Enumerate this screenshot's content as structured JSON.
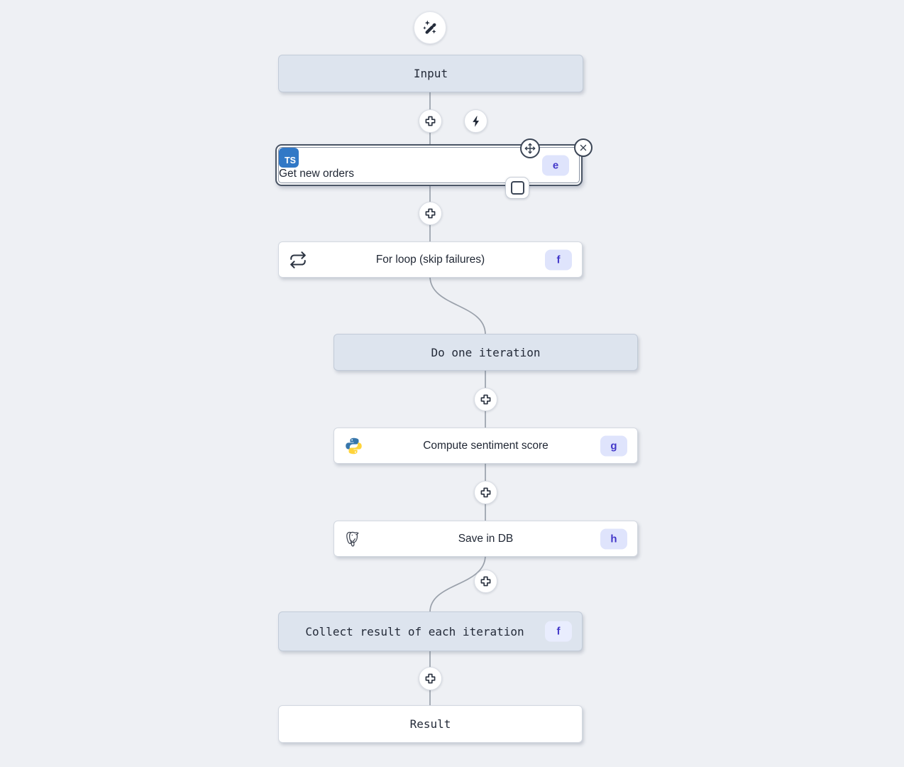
{
  "flow": {
    "input": {
      "label": "Input"
    },
    "get_new_orders": {
      "label": "Get new orders",
      "badge": "e",
      "icon": "typescript-icon",
      "icon_text": "TS"
    },
    "for_loop": {
      "label": "For loop (skip failures)",
      "badge": "f",
      "icon": "loop-icon"
    },
    "do_one_iteration": {
      "label": "Do one iteration"
    },
    "compute_sentiment_score": {
      "label": "Compute sentiment score",
      "badge": "g",
      "icon": "python-icon"
    },
    "save_in_db": {
      "label": "Save in DB",
      "badge": "h",
      "icon": "postgresql-icon"
    },
    "collect_result": {
      "label": "Collect result of each iteration",
      "badge": "f"
    },
    "result": {
      "label": "Result"
    }
  },
  "icons": {
    "top": "wand-sparkles-icon",
    "insert": "plus-icon",
    "trigger": "lightning-icon",
    "selected_handles": [
      "move-icon",
      "close-icon",
      "frame-icon"
    ],
    "steps": [
      "typescript-icon",
      "loop-icon",
      "python-icon",
      "postgresql-icon"
    ]
  },
  "colors": {
    "canvas_bg": "#eef0f4",
    "tinted_node_bg": "#dde4ee",
    "node_border": "#d3d8e0",
    "selected_border": "#4a5565",
    "edge": "#9aa1ab",
    "badge_bg": "#dfe4fc",
    "badge_text": "#4338c9",
    "icon_dark": "#242c3b",
    "typescript_blue": "#3178c6",
    "python_blue": "#3776ab",
    "python_yellow": "#ffd43b"
  }
}
